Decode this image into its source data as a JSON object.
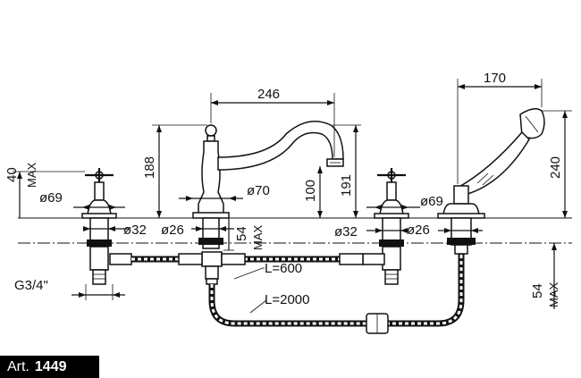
{
  "article": {
    "prefix": "Art.",
    "number": "1449"
  },
  "dimensions": {
    "spout_reach": "246",
    "shower_width": "170",
    "spout_height": "188",
    "total_height": "191",
    "outlet_height": "100",
    "shower_height": "240",
    "handle_height": "40",
    "max_word": "MAX",
    "spout_base_dia": "ø70",
    "handle_dia_left": "ø69",
    "handle_dia_right": "ø69",
    "shank_dia_left": "ø32",
    "shank_dia_spout": "ø26",
    "shank_dia_right": "ø32",
    "shank_dia_shower": "ø26",
    "deck_thickness": "54",
    "deck_thickness_right": "54",
    "thread": "G3/4\"",
    "hose_short": "L=600",
    "hose_long": "L=2000"
  }
}
